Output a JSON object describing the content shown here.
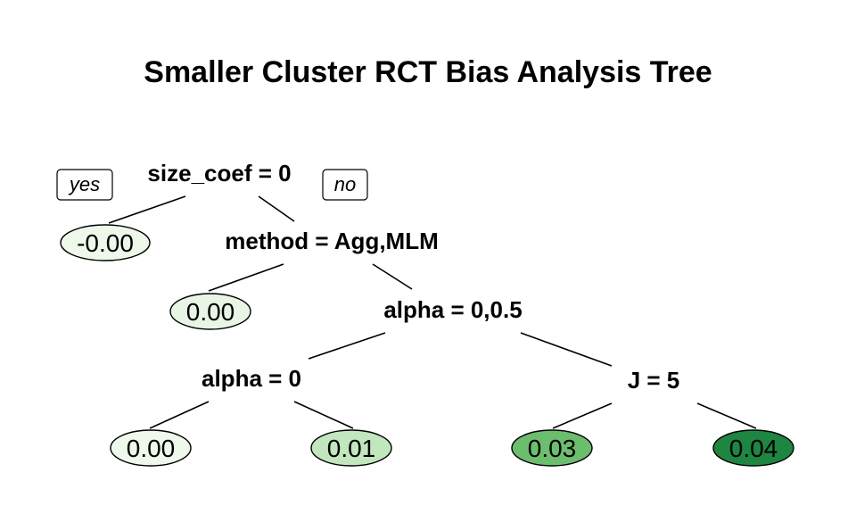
{
  "chart_data": {
    "type": "tree",
    "title": "Smaller Cluster RCT Bias Analysis Tree",
    "branch_labels": {
      "left": "yes",
      "right": "no"
    },
    "nodes": [
      {
        "id": "n1",
        "kind": "split",
        "label": "size_coef = 0",
        "children": [
          "l1",
          "n2"
        ]
      },
      {
        "id": "l1",
        "kind": "leaf",
        "value": "-0.00",
        "fill": "#edf7ea"
      },
      {
        "id": "n2",
        "kind": "split",
        "label": "method = Agg,MLM",
        "children": [
          "l2",
          "n3"
        ]
      },
      {
        "id": "l2",
        "kind": "leaf",
        "value": "0.00",
        "fill": "#e9f5e4"
      },
      {
        "id": "n3",
        "kind": "split",
        "label": "alpha = 0,0.5",
        "children": [
          "n4",
          "n5"
        ]
      },
      {
        "id": "n4",
        "kind": "split",
        "label": "alpha = 0",
        "children": [
          "l3",
          "l4"
        ]
      },
      {
        "id": "n5",
        "kind": "split",
        "label": "J = 5",
        "children": [
          "l5",
          "l6"
        ]
      },
      {
        "id": "l3",
        "kind": "leaf",
        "value": "0.00",
        "fill": "#eef8eb"
      },
      {
        "id": "l4",
        "kind": "leaf",
        "value": "0.01",
        "fill": "#c2e6bd"
      },
      {
        "id": "l5",
        "kind": "leaf",
        "value": "0.03",
        "fill": "#6cbd6e"
      },
      {
        "id": "l6",
        "kind": "leaf",
        "value": "0.04",
        "fill": "#1e8542"
      }
    ]
  }
}
